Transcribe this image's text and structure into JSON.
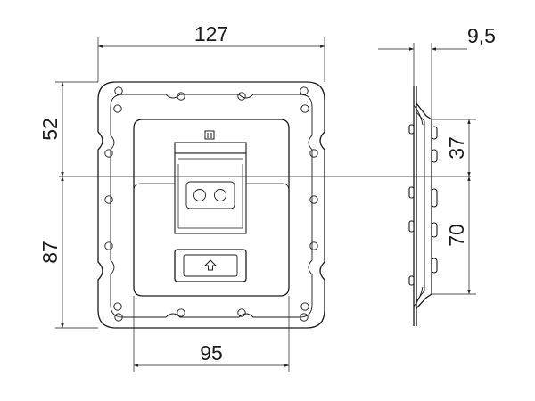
{
  "dimensions": {
    "width_total": "127",
    "depth_total": "9,5",
    "upper_height": "52",
    "lower_height": "87",
    "inner_width": "95",
    "side_upper": "37",
    "side_lower": "70"
  },
  "colors": {
    "line": "#1a1a1a",
    "background": "#ffffff"
  },
  "icons": {
    "lock_symbol": "padlock-icon",
    "push_symbol": "arrow-up-icon"
  }
}
